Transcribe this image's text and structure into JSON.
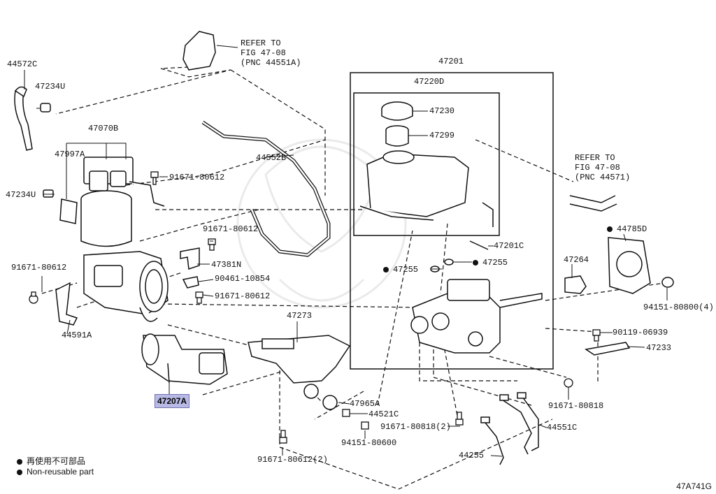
{
  "labels": {
    "p44572C": "44572C",
    "p47234U_a": "47234U",
    "p47234U_b": "47234U",
    "p47070B": "47070B",
    "p47997A": "47997A",
    "p91671_80612_a": "91671-80612",
    "p91671_80612_b": "91671-80612",
    "p91671_80612_c": "91671-80612",
    "p91671_80612_d": "91671-80612",
    "p91671_80612_2": "91671-80612(2)",
    "p47381N": "47381N",
    "p90461_10854": "90461-10854",
    "p44591A": "44591A",
    "p47207A": "47207A",
    "p44552B": "44552B",
    "p47273": "47273",
    "p47965A": "47965A",
    "p44521C": "44521C",
    "p94151_80600": "94151-80600",
    "p91671_80818_2": "91671-80818(2)",
    "p91671_80818": "91671-80818",
    "p44255": "44255",
    "p44551C": "44551C",
    "p47201": "47201",
    "p47220D": "47220D",
    "p47230": "47230",
    "p47299": "47299",
    "p47201C": "47201C",
    "p47255_a": "47255",
    "p47255_b": "47255",
    "p47264": "47264",
    "p44785D": "44785D",
    "p94151_80800_4": "94151-80800(4)",
    "p90119_06939": "90119-06939",
    "p47233": "47233",
    "refer1_l1": "REFER TO",
    "refer1_l2": "FIG 47-08",
    "refer1_l3": "(PNC 44551A)",
    "refer2_l1": "REFER TO",
    "refer2_l2": "FIG 47-08",
    "refer2_l3": "(PNC 44571)"
  },
  "legend": {
    "jp": "再使用不可部品",
    "en": "Non-reusable part"
  },
  "diagram_code": "47A741G",
  "colors": {
    "highlight": "#b9b9e6",
    "line": "#111111"
  }
}
